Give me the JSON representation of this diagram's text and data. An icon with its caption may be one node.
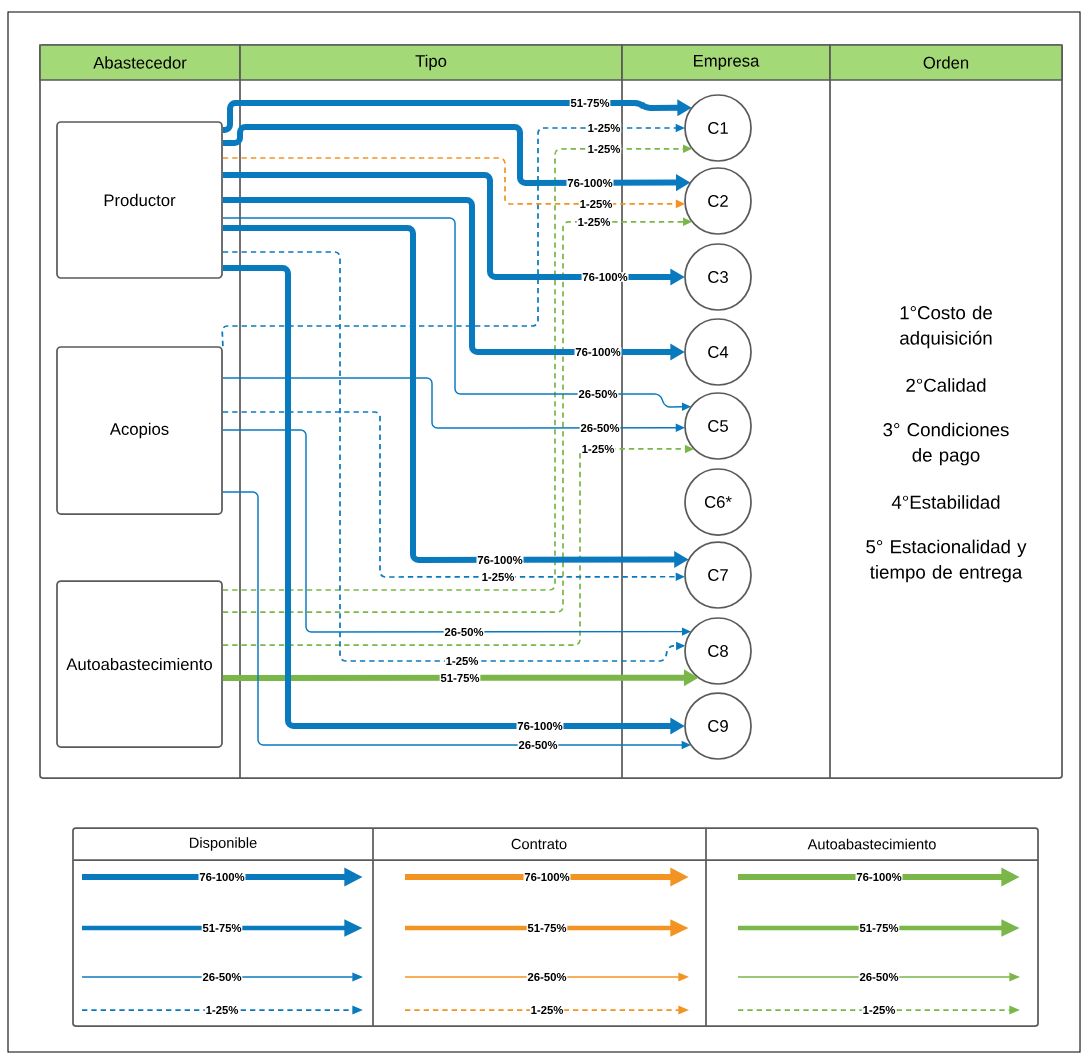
{
  "diagram": {
    "nodes": [
      {
        "text": [
          "Productor"
        ]
      },
      {
        "text": [
          "Acopios"
        ]
      },
      {
        "text": [
          "Autoabastecimiento"
        ]
      },
      {
        "text": [
          "C1"
        ]
      },
      {
        "text": [
          "C2"
        ]
      },
      {
        "text": [
          "C3"
        ]
      },
      {
        "text": [
          "C4"
        ]
      },
      {
        "text": [
          "C5"
        ]
      },
      {
        "text": [
          "C6*"
        ]
      },
      {
        "text": [
          "C7"
        ]
      },
      {
        "text": [
          "C8"
        ]
      },
      {
        "text": [
          "C9"
        ]
      }
    ],
    "edges": [
      {
        "from": 0,
        "to": 3,
        "arrow": "to",
        "label": "51-75%",
        "style": "thick"
      },
      {
        "from": 1,
        "to": 3,
        "arrow": "to",
        "label": "1-25%",
        "style": "dashed"
      },
      {
        "from": 2,
        "to": 3,
        "arrow": "to",
        "label": "1-25%",
        "style": "dashed",
        "color": "#7ab648"
      },
      {
        "from": 0,
        "to": 4,
        "arrow": "to",
        "label": "76-100%",
        "style": "thick"
      },
      {
        "from": 0,
        "to": 4,
        "arrow": "to",
        "label": "1-25%",
        "style": "dashed",
        "color": "#f39322"
      },
      {
        "from": 2,
        "to": 4,
        "arrow": "to",
        "label": "1-25%",
        "style": "dashed",
        "color": "#7ab648"
      },
      {
        "from": 0,
        "to": 5,
        "arrow": "to",
        "label": "76-100%",
        "style": "thick"
      },
      {
        "from": 0,
        "to": 6,
        "arrow": "to",
        "label": "76-100%",
        "style": "thick"
      },
      {
        "from": 0,
        "to": 7,
        "arrow": "to",
        "label": "26-50%"
      },
      {
        "from": 1,
        "to": 7,
        "arrow": "to",
        "label": "26-50%"
      },
      {
        "from": 2,
        "to": 7,
        "arrow": "to",
        "label": "1-25%",
        "style": "dashed",
        "color": "#7ab648"
      },
      {
        "from": 0,
        "to": 9,
        "arrow": "to",
        "label": "76-100%",
        "style": "thick"
      },
      {
        "from": 1,
        "to": 9,
        "arrow": "to",
        "label": "1-25%",
        "style": "dashed"
      },
      {
        "from": 1,
        "to": 10,
        "arrow": "to",
        "label": "26-50%"
      },
      {
        "from": 0,
        "to": 10,
        "arrow": "to",
        "label": "1-25%",
        "style": "dashed"
      },
      {
        "from": 2,
        "to": 10,
        "arrow": "to",
        "label": "51-75%",
        "style": "thick",
        "color": "#7ab648"
      },
      {
        "from": 0,
        "to": 11,
        "arrow": "to",
        "label": "76-100%",
        "style": "thick"
      },
      {
        "from": 1,
        "to": 11,
        "arrow": "to",
        "label": "26-50%"
      }
    ],
    "labels": [
      "Abastecedor",
      "Tipo",
      "Empresa",
      "Orden",
      "1°Costo de adquisición",
      "2°Calidad",
      "3° Condiciones de pago",
      "4°Estabilidad",
      "5° Estacionalidad y tiempo de entrega",
      "Disponible",
      "Contrato",
      "Autoabastecimiento",
      "76-100%",
      "76-100%",
      "76-100%",
      "51-75%",
      "51-75%",
      "51-75%",
      "26-50%",
      "26-50%",
      "26-50%",
      "1-25%",
      "1-25%",
      "1-25%"
    ]
  }
}
